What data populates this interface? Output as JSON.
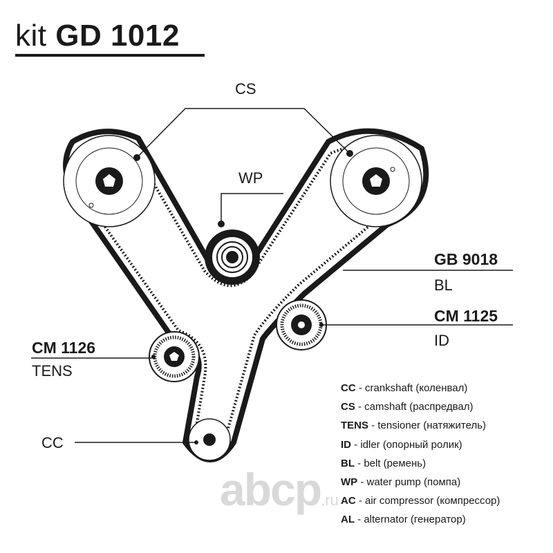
{
  "title": {
    "prefix": "kit",
    "code": "GD 1012"
  },
  "labels": {
    "cs": "CS",
    "wp": "WP",
    "gb_code": "GB 9018",
    "gb_sub": "BL",
    "cm1125_code": "CM 1125",
    "cm1125_sub": "ID",
    "cm1126_code": "CM 1126",
    "cm1126_sub": "TENS",
    "cc": "CC"
  },
  "legend": [
    {
      "abbr": "CC",
      "text": " - crankshaft (коленвал)"
    },
    {
      "abbr": "CS",
      "text": " - camshaft (распредвал)"
    },
    {
      "abbr": "TENS",
      "text": " - tensioner (натяжитель)"
    },
    {
      "abbr": "ID",
      "text": " - idler (опорный ролик)"
    },
    {
      "abbr": "BL",
      "text": " - belt (ремень)"
    },
    {
      "abbr": "WP",
      "text": " - water pump (помпа)"
    },
    {
      "abbr": "AC",
      "text": " - air compressor (компрессор)"
    },
    {
      "abbr": "AL",
      "text": " - alternator (генератор)"
    }
  ],
  "watermark": {
    "main": "abcp",
    "suffix": ".ru"
  }
}
